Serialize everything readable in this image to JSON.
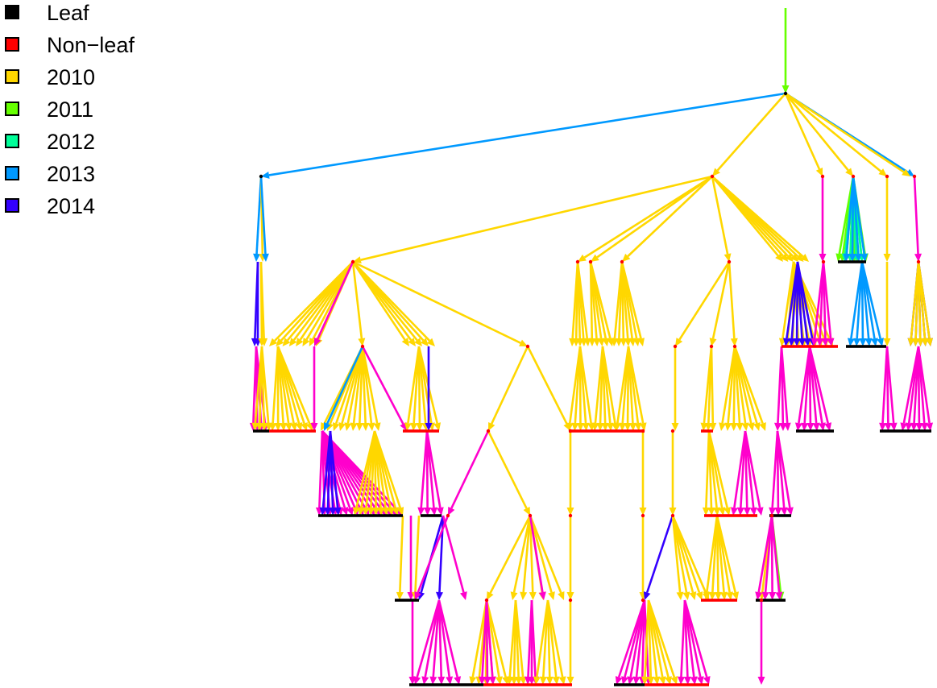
{
  "legend": {
    "items": [
      {
        "label": "Leaf",
        "color": "#000000"
      },
      {
        "label": "Non−leaf",
        "color": "#ff0000"
      },
      {
        "label": "2010",
        "color": "#ffd700"
      },
      {
        "label": "2011",
        "color": "#66ff00"
      },
      {
        "label": "2012",
        "color": "#00ff99"
      },
      {
        "label": "2013",
        "color": "#0099ff"
      },
      {
        "label": "2014",
        "color": "#3300ff"
      }
    ]
  },
  "colors": {
    "leaf": "#000000",
    "non_leaf": "#ff0000",
    "y2010": "#ffd700",
    "y2011": "#66ff00",
    "y2012": "#00ff99",
    "y2013": "#0099ff",
    "y2014": "#3300ff",
    "other": "#ff00cc"
  }
}
